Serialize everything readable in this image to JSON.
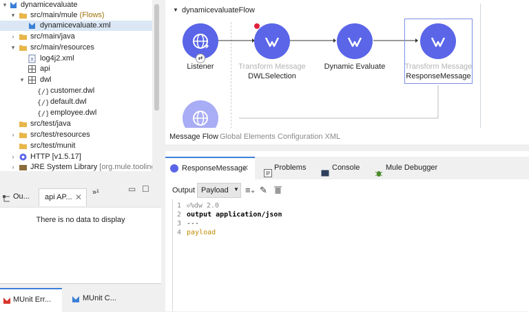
{
  "explorer": {
    "rows": [
      {
        "label": "dynamicevaluate",
        "suffix": "",
        "icon": "mule-project-icon"
      },
      {
        "label": "src/main/mule",
        "suffix": " (Flows)",
        "icon": "folder-icon"
      },
      {
        "label": "dynamicevaluate.xml",
        "suffix": "",
        "icon": "mule-config-icon"
      },
      {
        "label": "src/main/java",
        "suffix": "",
        "icon": "folder-icon"
      },
      {
        "label": "src/main/resources",
        "suffix": "",
        "icon": "folder-icon"
      },
      {
        "label": "log4j2.xml",
        "suffix": "",
        "icon": "xml-file-icon"
      },
      {
        "label": "api",
        "suffix": "",
        "icon": "grid-folder-icon"
      },
      {
        "label": "dwl",
        "suffix": "",
        "icon": "grid-folder-icon"
      },
      {
        "label": "customer.dwl",
        "suffix": "",
        "icon": "dwl-file-icon"
      },
      {
        "label": "default.dwl",
        "suffix": "",
        "icon": "dwl-file-icon"
      },
      {
        "label": "employee.dwl",
        "suffix": "",
        "icon": "dwl-file-icon"
      },
      {
        "label": "src/test/java",
        "suffix": "",
        "icon": "folder-icon"
      },
      {
        "label": "src/test/resources",
        "suffix": "",
        "icon": "folder-icon"
      },
      {
        "label": "src/test/munit",
        "suffix": "",
        "icon": "folder-icon"
      },
      {
        "label": "HTTP [v1.5.17]",
        "suffix": "",
        "icon": "library-icon"
      },
      {
        "label": "JRE System Library",
        "suffix": " [org.mule.tooling.",
        "icon": "library-icon"
      }
    ]
  },
  "outline": {
    "tab1": "Ou...",
    "tab2": "api  AP...",
    "badge": "¹",
    "empty_text": "There is no data to display"
  },
  "bottom_tabs": {
    "tab1": "MUnit Err...",
    "tab2": "MUnit C..."
  },
  "canvas": {
    "flow_name": "dynamicevaluateFlow",
    "nodes": [
      {
        "label": "Listener",
        "sublabel": ""
      },
      {
        "label": "Transform Message",
        "sublabel": "DWLSelection"
      },
      {
        "label": "Dynamic Evaluate",
        "sublabel": ""
      },
      {
        "label": "Transform Message",
        "sublabel": "ResponseMessage"
      }
    ],
    "tabs": [
      "Message Flow",
      "Global Elements",
      "Configuration XML"
    ]
  },
  "editor": {
    "tabs": [
      "ResponseMessage",
      "Problems",
      "Console",
      "Mule Debugger"
    ],
    "output_label": "Output",
    "output_select": "Payload",
    "code": [
      {
        "n": "1",
        "text": "%dw 2.0"
      },
      {
        "n": "2",
        "text": "output application/json"
      },
      {
        "n": "3",
        "text": "---"
      },
      {
        "n": "4",
        "text": "payload"
      }
    ]
  },
  "colors": {
    "node": "#5a65e8",
    "node_light": "#a9adf5",
    "selection": "#dbe7f5",
    "tab_accent": "#3c7dd9"
  }
}
